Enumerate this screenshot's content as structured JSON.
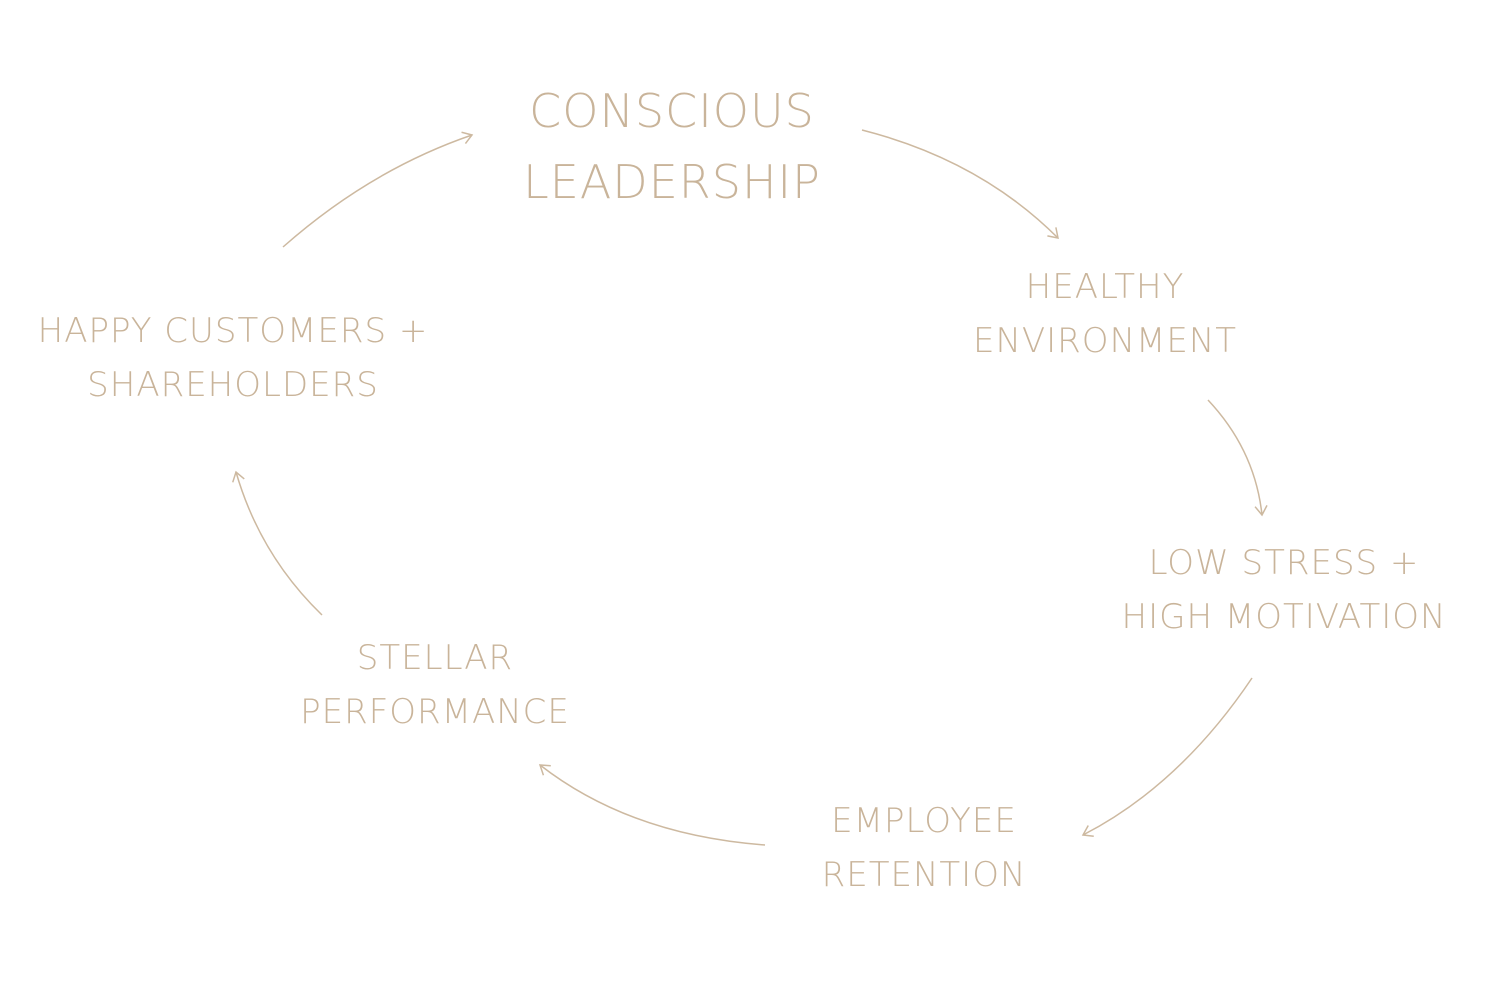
{
  "diagram": {
    "type": "cycle",
    "text_color": "#fff7ef",
    "nodes": [
      {
        "line1": "CONSCIOUS",
        "line2": "LEADERSHIP"
      },
      {
        "line1": "HEALTHY",
        "line2": "ENVIRONMENT"
      },
      {
        "line1": "LOW STRESS +",
        "line2": "HIGH MOTIVATION"
      },
      {
        "line1": "EMPLOYEE",
        "line2": "RETENTION"
      },
      {
        "line1": "STELLAR",
        "line2": "PERFORMANCE"
      },
      {
        "line1": "HAPPY CUSTOMERS +",
        "line2": "SHAREHOLDERS"
      }
    ]
  }
}
